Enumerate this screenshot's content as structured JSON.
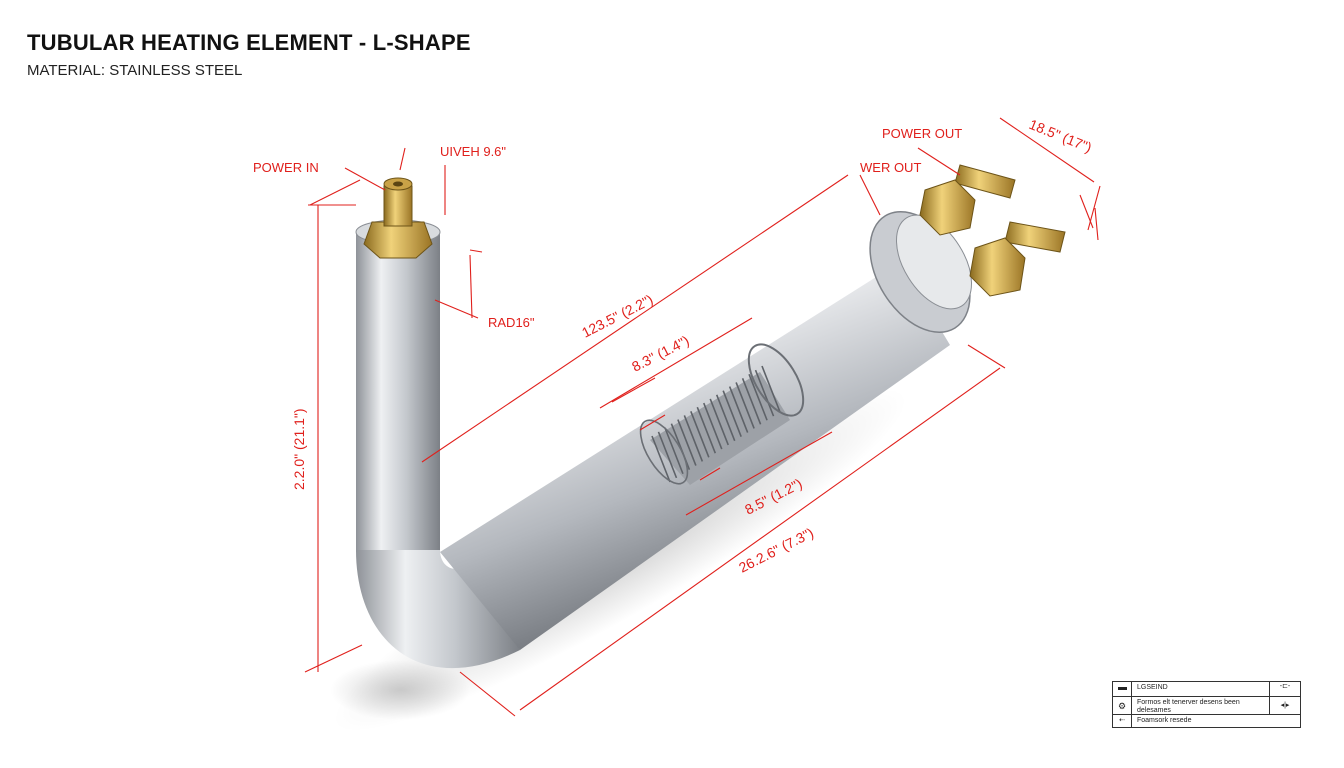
{
  "header": {
    "title": "TUBULAR HEATING ELEMENT - L-SHAPE",
    "subtitle": "MATERIAL: STAINLESS STEEL"
  },
  "labels": {
    "power_in": "POWER IN",
    "width_dim": "UIVEH 9.6\"",
    "radius": "RAD16\"",
    "power_out_top": "POWER OUT",
    "power_out_2": "WER OUT",
    "dim_top_right": "18.5\" (17\")",
    "dim_vertical": "2.2.0\" (21.1\")",
    "dim_long_upper": "123.5\" (2.2\")",
    "dim_coil_upper": "8.3\" (1.4\")",
    "dim_coil_lower": "8.5\" (1.2\")",
    "dim_overall": "26.2.6\" (7.3\")"
  },
  "legend": {
    "title": "LGSEIND",
    "row2": "Formos elt tenerver desens been delesames",
    "row3": "Foamsork resede"
  },
  "colors": {
    "dimension": "#e0201c",
    "steel": "#b8bcc2",
    "brass": "#c8a03a"
  }
}
